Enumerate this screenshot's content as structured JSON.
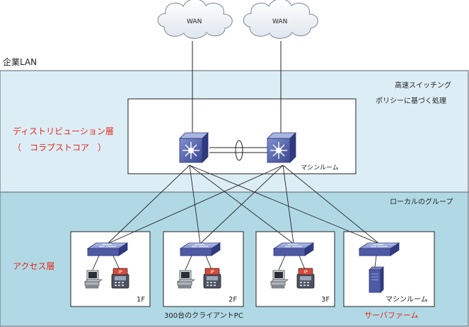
{
  "title": "企業LAN",
  "wan": [
    "WAN",
    "WAN"
  ],
  "distribution": {
    "label_line1": "ディストリビューション層",
    "label_line2": "（　コラプストコア　）",
    "note_line1": "高速スイッチング",
    "note_line2": "ポリシーに基づく処理",
    "room_label": "マシンルーム"
  },
  "access": {
    "label": "アクセス層",
    "group_label": "ローカルのグループ",
    "floors": [
      "1F",
      "2F",
      "3F"
    ],
    "server_room_label": "マシンルーム",
    "clients_caption": "300台のクライアントPC",
    "server_farm_caption": "サーバファーム"
  },
  "colors": {
    "distribution_bg": "#dcedf5",
    "access_bg": "#b0d9e5",
    "accent_red": "#e8261c",
    "switch_blue": "#4e5aa6",
    "switch_top": "#9aa8d8"
  },
  "icons": [
    "cloud-icon",
    "multilayer-switch-icon",
    "workgroup-switch-icon",
    "pc-icon",
    "ip-phone-icon",
    "server-icon"
  ]
}
